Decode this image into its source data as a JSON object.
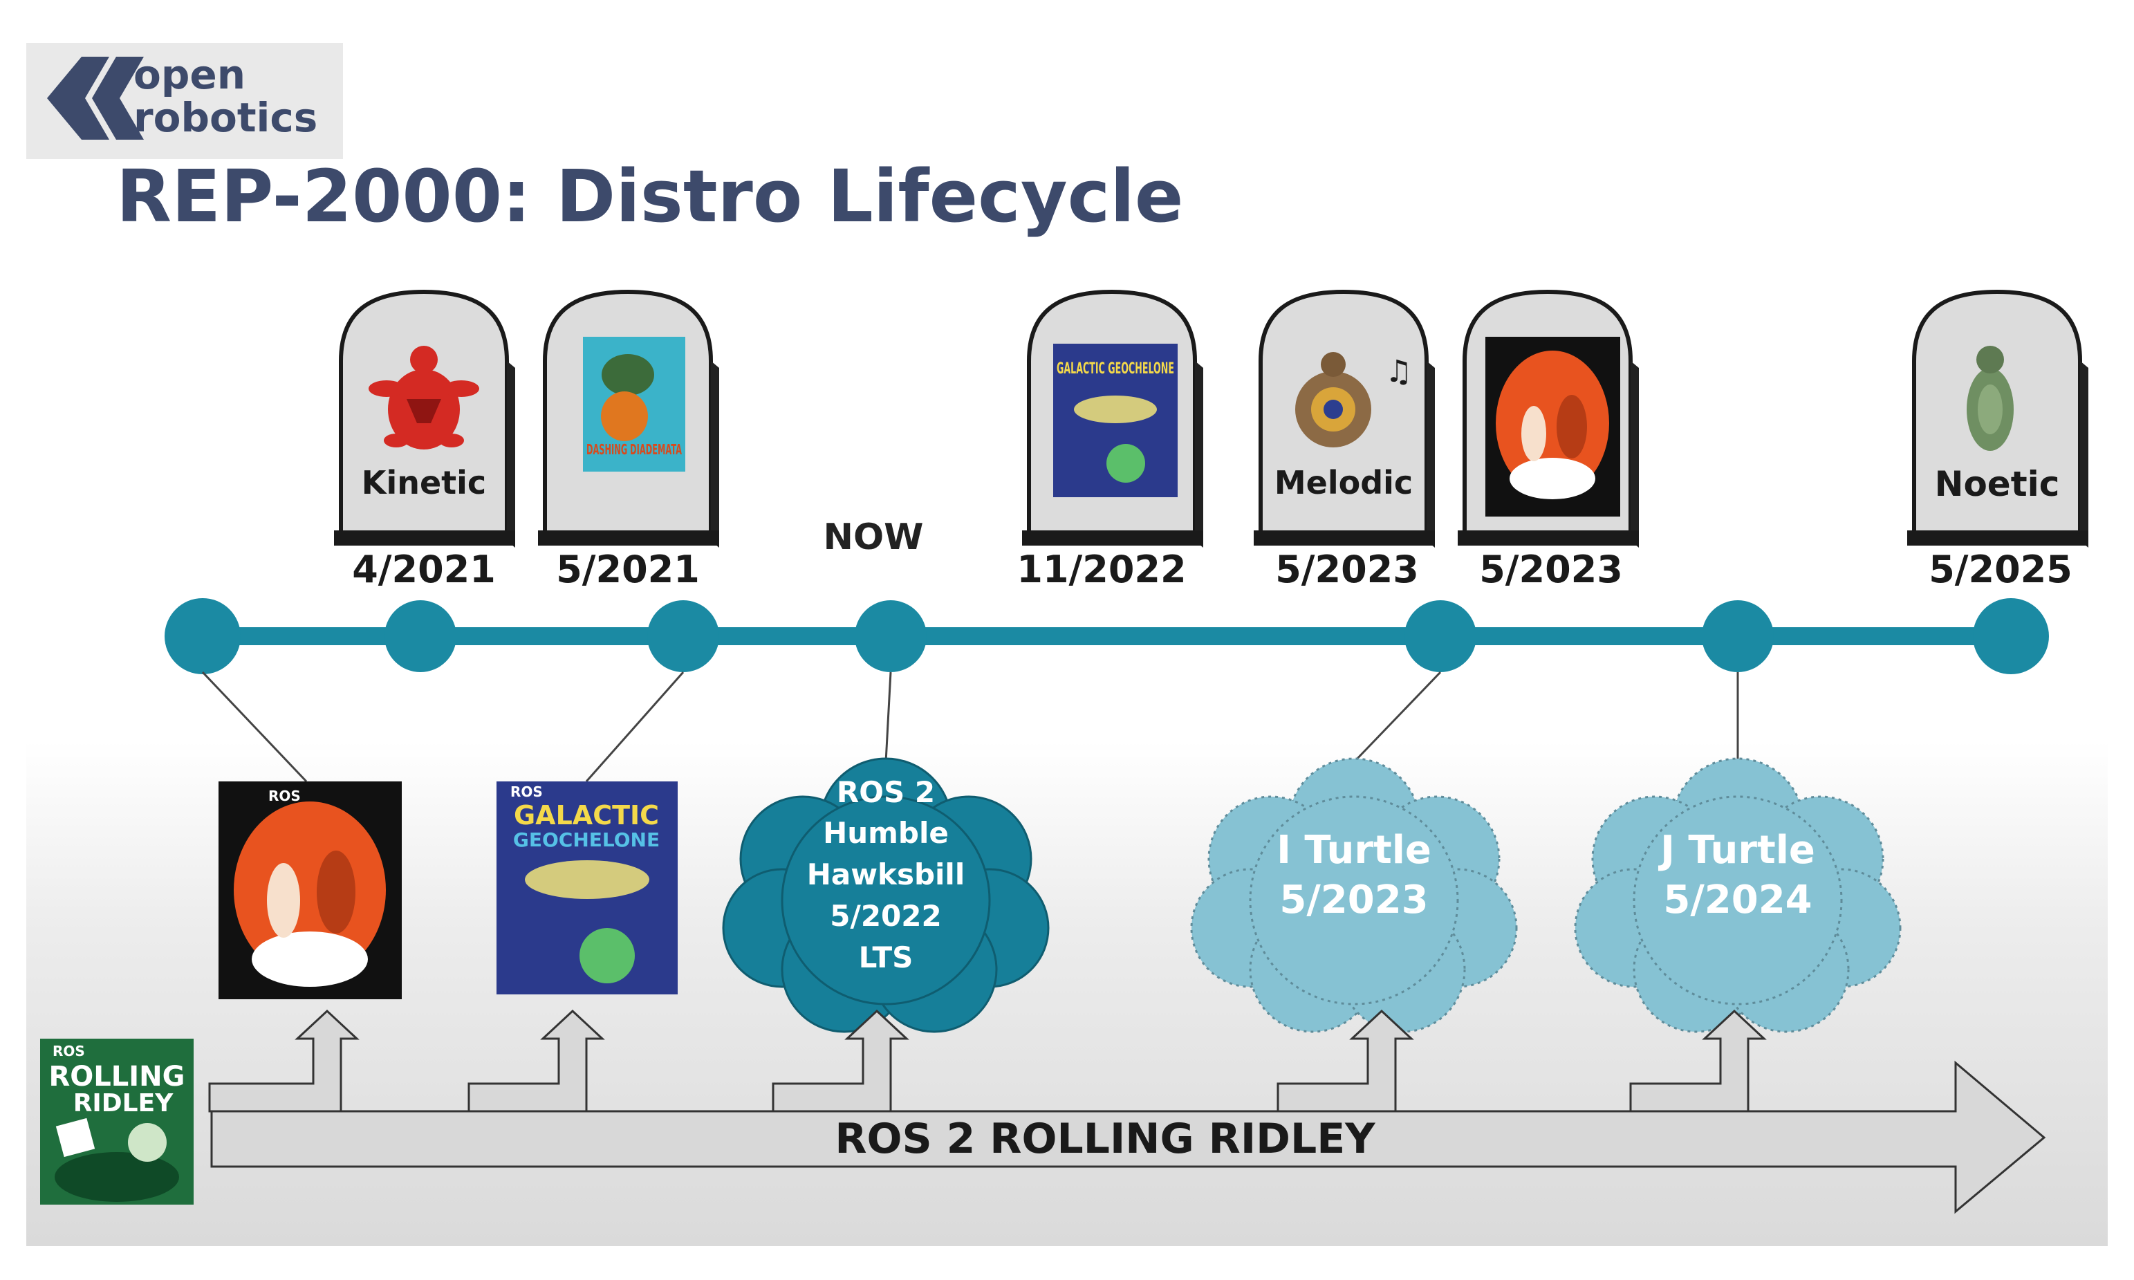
{
  "logo": {
    "line1": "open",
    "line2": "robotics"
  },
  "title": "REP-2000: Distro Lifecycle",
  "now_label": "NOW",
  "tombstones": [
    {
      "date": "4/2021",
      "label": "Kinetic",
      "icon": "red-turtle-icon"
    },
    {
      "date": "5/2021",
      "label": "",
      "icon": "dashing-diademata-poster-icon",
      "poster_text": "DASHING DIADEMATA"
    },
    {
      "date": "11/2022",
      "label": "",
      "icon": "galactic-geochelone-poster-icon",
      "poster_text": "GALACTIC GEOCHELONE"
    },
    {
      "date": "5/2023",
      "label": "Melodic",
      "icon": "melodic-turtle-icon"
    },
    {
      "date": "5/2023",
      "label": "",
      "icon": "foxy-fitzroy-poster-icon"
    },
    {
      "date": "5/2025",
      "label": "Noetic",
      "icon": "noetic-turtle-icon"
    }
  ],
  "posters": [
    {
      "name": "foxy",
      "icon": "foxy-fitzroy-poster-icon",
      "ros": "ROS"
    },
    {
      "name": "galactic",
      "icon": "galactic-geochelone-poster-icon",
      "ros": "ROS",
      "line1": "GALACTIC",
      "line2": "GEOCHELONE"
    }
  ],
  "clouds": [
    {
      "lines": [
        "ROS 2",
        "Humble",
        "Hawksbill",
        "5/2022",
        "LTS"
      ]
    },
    {
      "lines": [
        "I Turtle",
        "5/2023"
      ]
    },
    {
      "lines": [
        "J Turtle",
        "5/2024"
      ]
    }
  ],
  "rolling": {
    "label": "ROS 2 ROLLING RIDLEY",
    "poster_ros": "ROS",
    "poster_line1": "ROLLING",
    "poster_line2": "RIDLEY"
  },
  "colors": {
    "title": "#3d4a6b",
    "timeline": "#1b8aa3",
    "humble_cloud": "#167f99",
    "future_cloud": "#86c2d3",
    "tombstone": "#dcdcdc",
    "logo_mark": "#3d4a6b"
  }
}
